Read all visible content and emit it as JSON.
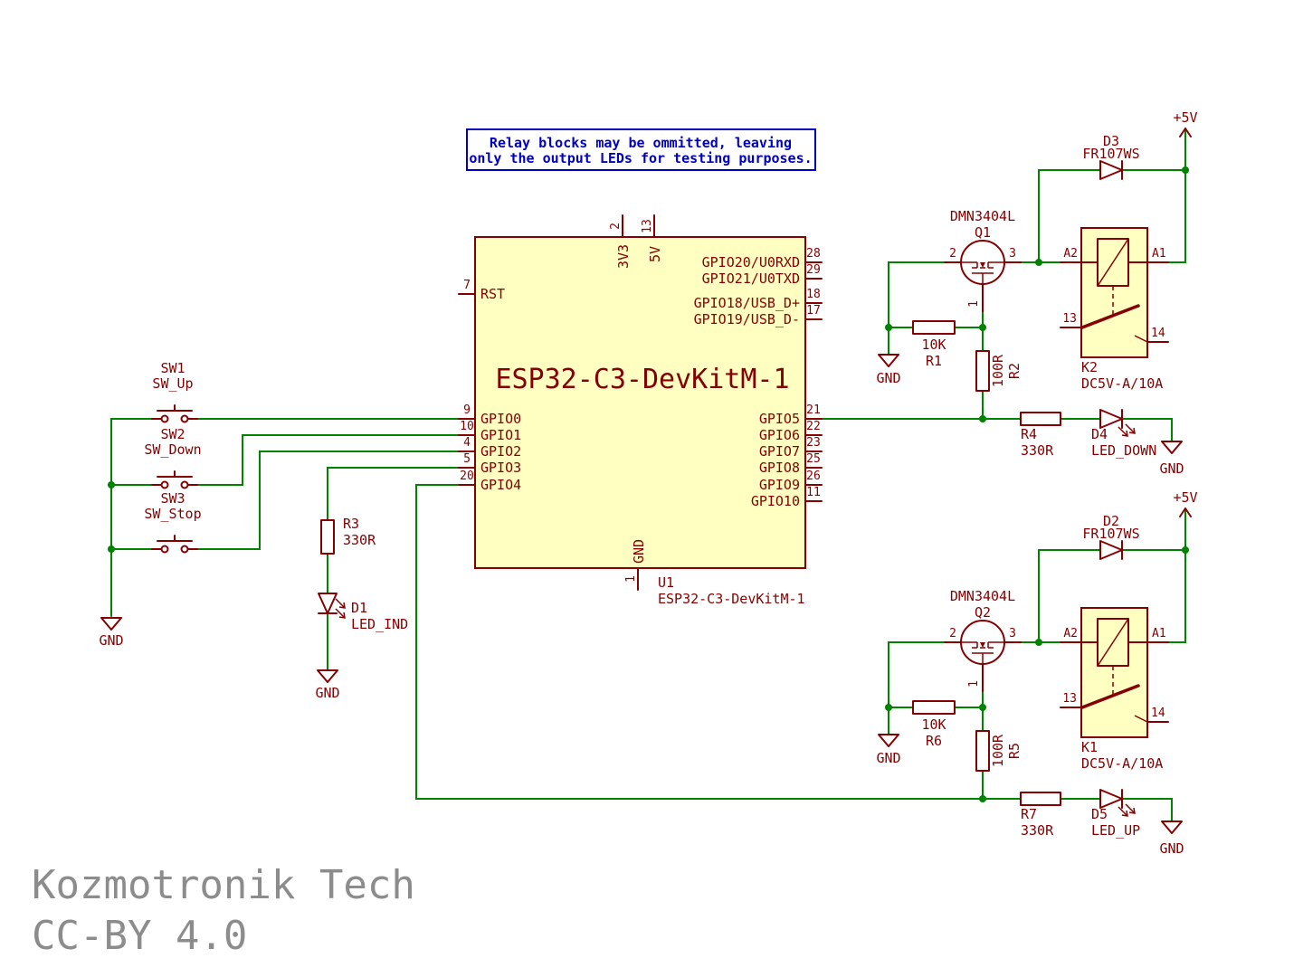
{
  "colors": {
    "symbol": "#840000",
    "wire": "#008400",
    "component_fill": "#ffffc2",
    "note_blue": "#0000c4",
    "footer_gray": "#8c8c8c",
    "background": "#ffffff"
  },
  "note": {
    "line1": "Relay blocks may be ommitted, leaving",
    "line2": "only the output LEDs for testing purposes."
  },
  "footer": {
    "line1": "Kozmotronik Tech",
    "line2": "CC-BY 4.0"
  },
  "power": {
    "p5v": "+5V",
    "gnd": "GND"
  },
  "ic": {
    "reference": "U1",
    "value": "ESP32-C3-DevKitM-1",
    "title": "ESP32-C3-DevKitM-1",
    "pins_left": [
      {
        "num": "7",
        "name": "RST"
      },
      {
        "num": "9",
        "name": "GPIO0"
      },
      {
        "num": "10",
        "name": "GPIO1"
      },
      {
        "num": "4",
        "name": "GPIO2"
      },
      {
        "num": "5",
        "name": "GPIO3"
      },
      {
        "num": "20",
        "name": "GPIO4"
      }
    ],
    "pins_right": [
      {
        "num": "28",
        "name": "GPIO20/U0RXD"
      },
      {
        "num": "29",
        "name": "GPIO21/U0TXD"
      },
      {
        "num": "18",
        "name": "GPIO18/USB_D+"
      },
      {
        "num": "17",
        "name": "GPIO19/USB_D-"
      },
      {
        "num": "21",
        "name": "GPIO5"
      },
      {
        "num": "22",
        "name": "GPIO6"
      },
      {
        "num": "23",
        "name": "GPIO7"
      },
      {
        "num": "25",
        "name": "GPIO8"
      },
      {
        "num": "26",
        "name": "GPIO9"
      },
      {
        "num": "11",
        "name": "GPIO10"
      }
    ],
    "pins_top": [
      {
        "num": "2",
        "name": "3V3"
      },
      {
        "num": "13",
        "name": "5V"
      }
    ],
    "pins_bottom": [
      {
        "num": "1",
        "name": "GND"
      }
    ]
  },
  "switches": [
    {
      "reference": "SW1",
      "value": "SW_Up"
    },
    {
      "reference": "SW2",
      "value": "SW_Down"
    },
    {
      "reference": "SW3",
      "value": "SW_Stop"
    }
  ],
  "indicator": {
    "resistor": {
      "reference": "R3",
      "value": "330R"
    },
    "led": {
      "reference": "D1",
      "value": "LED_IND"
    }
  },
  "channel_down": {
    "mosfet": {
      "reference": "Q1",
      "value": "DMN3404L",
      "pin_gate": "1",
      "pin_source": "2",
      "pin_drain": "3"
    },
    "flyback_diode": {
      "reference": "D3",
      "value": "FR107WS"
    },
    "pulldown_resistor": {
      "reference": "R1",
      "value": "10K"
    },
    "gate_resistor": {
      "reference": "R2",
      "value": "100R"
    },
    "relay": {
      "reference": "K2",
      "value": "DC5V-A/10A",
      "pin_a2": "A2",
      "pin_a1": "A1",
      "pin_13": "13",
      "pin_14": "14"
    },
    "led_resistor": {
      "reference": "R4",
      "value": "330R"
    },
    "led": {
      "reference": "D4",
      "value": "LED_DOWN"
    }
  },
  "channel_up": {
    "mosfet": {
      "reference": "Q2",
      "value": "DMN3404L",
      "pin_gate": "1",
      "pin_source": "2",
      "pin_drain": "3"
    },
    "flyback_diode": {
      "reference": "D2",
      "value": "FR107WS"
    },
    "pulldown_resistor": {
      "reference": "R6",
      "value": "10K"
    },
    "gate_resistor": {
      "reference": "R5",
      "value": "100R"
    },
    "relay": {
      "reference": "K1",
      "value": "DC5V-A/10A",
      "pin_a2": "A2",
      "pin_a1": "A1",
      "pin_13": "13",
      "pin_14": "14"
    },
    "led_resistor": {
      "reference": "R7",
      "value": "330R"
    },
    "led": {
      "reference": "D5",
      "value": "LED_UP"
    }
  }
}
